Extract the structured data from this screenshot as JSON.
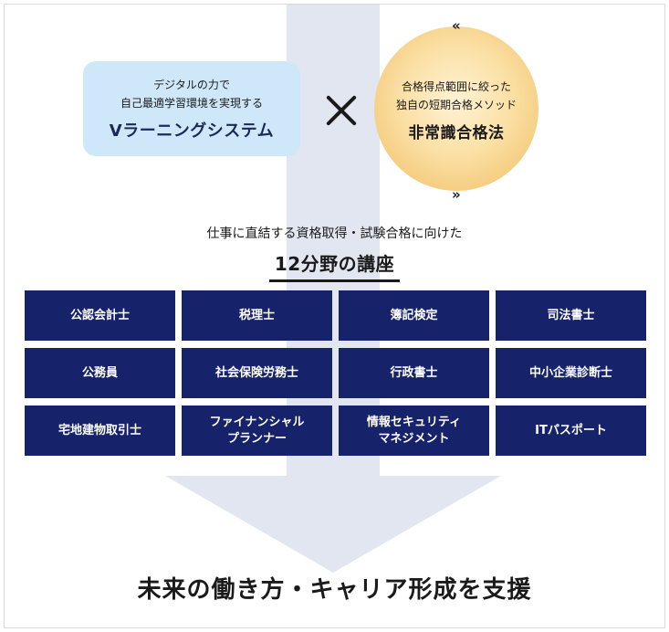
{
  "colors": {
    "arrow": "#e1e6f0",
    "course_bg": "#16226a",
    "course_text": "#ffffff",
    "pill_bg": "#cfe8f9"
  },
  "vlearning": {
    "subtitle_line1": "デジタルの力で",
    "subtitle_line2": "自己最適学習環境を実現する",
    "title": "Vラーニングシステム"
  },
  "operator": {
    "icon": "multiply-icon"
  },
  "method": {
    "subtitle_line1": "合格得点範囲に絞った",
    "subtitle_line2": "独自の短期合格メソッド",
    "title": "非常識合格法",
    "chevron_top": "«",
    "chevron_bottom": "»"
  },
  "intro": "仕事に直結する資格取得・試験合格に向けた",
  "heading": "12分野の講座",
  "courses": [
    "公認会計士",
    "税理士",
    "簿記検定",
    "司法書士",
    "公務員",
    "社会保険労務士",
    "行政書士",
    "中小企業診断士",
    "宅地建物取引士",
    "ファイナンシャル\nプランナー",
    "情報セキュリティ\nマネジメント",
    "ITパスポート"
  ],
  "footer": "未来の働き方・キャリア形成を支援"
}
